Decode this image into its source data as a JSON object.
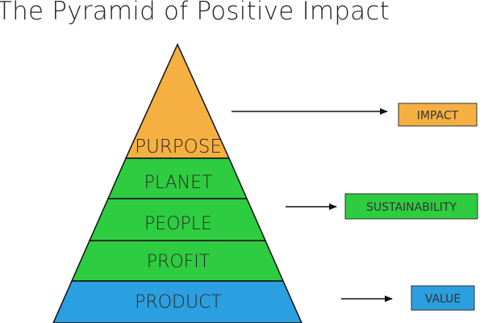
{
  "title": "The Pyramid of Positive Impact",
  "pyramid": {
    "levels": [
      {
        "label": "PURPOSE",
        "color": "#F5B041"
      },
      {
        "label": "PLANET",
        "color": "#2ECC40"
      },
      {
        "label": "PEOPLE",
        "color": "#2ECC40"
      },
      {
        "label": "PROFIT",
        "color": "#2ECC40"
      },
      {
        "label": "PRODUCT",
        "color": "#2B9FE0"
      }
    ]
  },
  "outcomes": [
    {
      "label": "IMPACT",
      "color": "#F5B041"
    },
    {
      "label": "SUSTAINABILITY",
      "color": "#2ECC40"
    },
    {
      "label": "VALUE",
      "color": "#2B9FE0"
    }
  ],
  "colors": {
    "outline": "#111111",
    "arrow": "#111111"
  }
}
